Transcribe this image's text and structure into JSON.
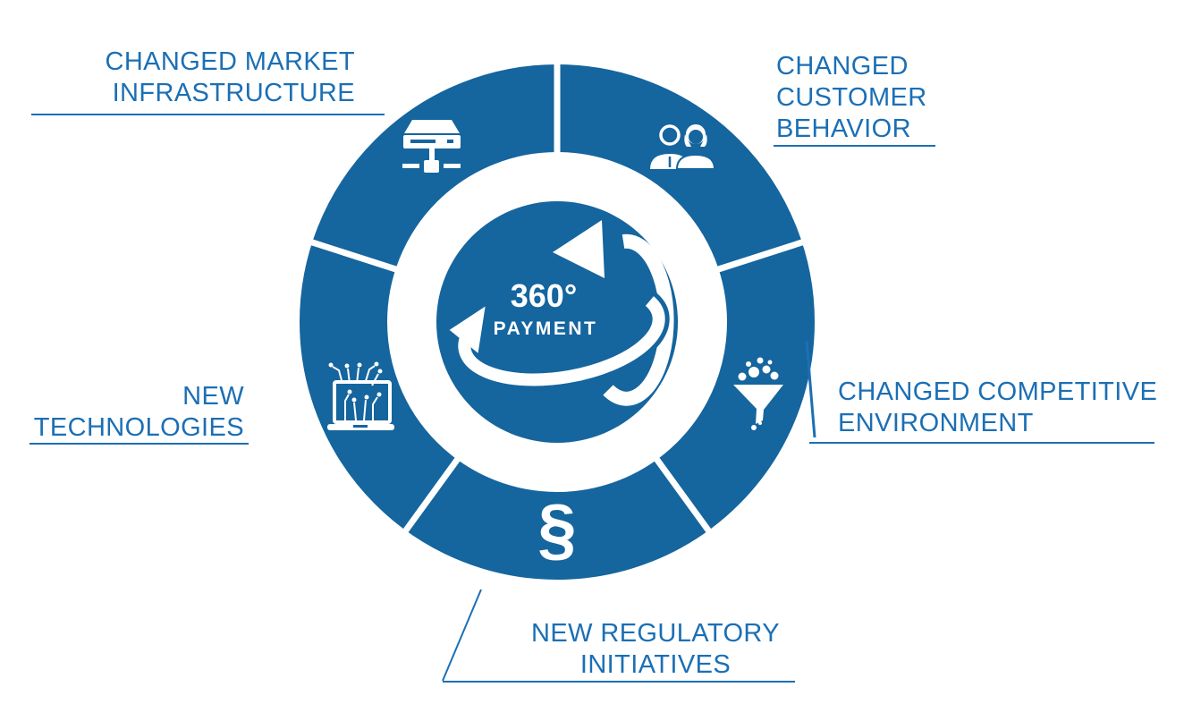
{
  "diagram": {
    "center_logo": {
      "degrees": "360°",
      "word": "PAYMENT"
    },
    "segments": [
      {
        "id": "changed-market-infrastructure",
        "icon": "server-network-icon",
        "label_lines": [
          "CHANGED MARKET",
          "INFRASTRUCTURE"
        ]
      },
      {
        "id": "changed-customer-behavior",
        "icon": "two-people-icon",
        "label_lines": [
          "CHANGED",
          "CUSTOMER",
          "BEHAVIOR"
        ]
      },
      {
        "id": "changed-competitive-environment",
        "icon": "funnel-icon",
        "label_lines": [
          "CHANGED COMPETITIVE",
          "ENVIRONMENT"
        ]
      },
      {
        "id": "new-regulatory-initiatives",
        "icon": "section-sign-icon",
        "icon_glyph": "§",
        "label_lines": [
          "NEW REGULATORY",
          "INITIATIVES"
        ]
      },
      {
        "id": "new-technologies",
        "icon": "laptop-circuit-icon",
        "label_lines": [
          "NEW",
          "TECHNOLOGIES"
        ]
      }
    ],
    "colors": {
      "segment_blue": "#15659E",
      "label_blue": "#1B6FB5",
      "icon_white": "#FFFFFF",
      "background": "#FFFFFF"
    }
  }
}
